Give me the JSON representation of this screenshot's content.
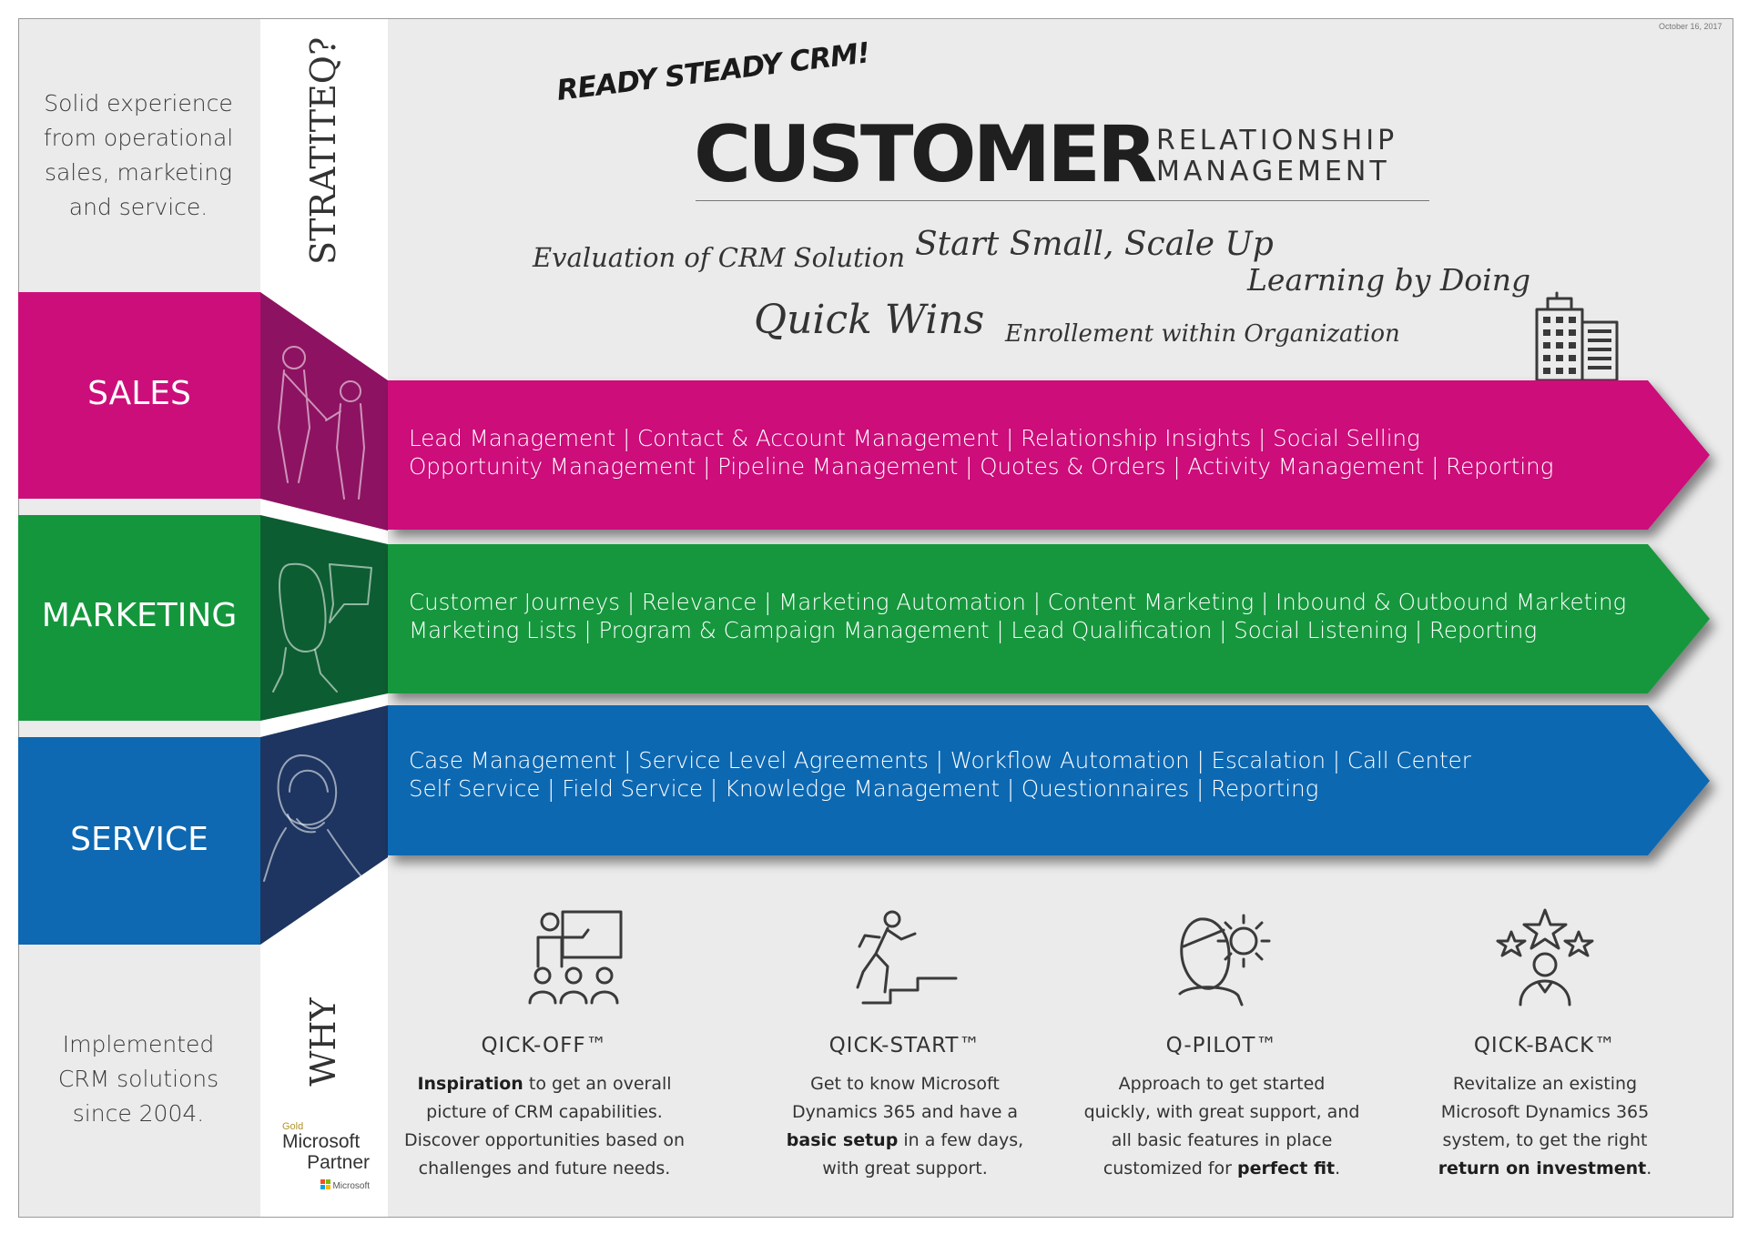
{
  "date": "October 16, 2017",
  "left_top_text": [
    "Solid experience",
    "from operational",
    "sales, marketing",
    "and service."
  ],
  "left_bottom_text": [
    "Implemented",
    "CRM solutions",
    "since 2004."
  ],
  "vertical_top": "STRATITEQ?",
  "vertical_bottom": "WHY",
  "partner": {
    "tier": "Gold",
    "line1": "Microsoft",
    "line2": "Partner",
    "brand": "Microsoft"
  },
  "header": {
    "tagline": "READY STEADY CRM!",
    "title": "CUSTOMER",
    "subtitle_1": "RELATIONSHIP",
    "subtitle_2": "MANAGEMENT"
  },
  "slogans": {
    "evaluation": "Evaluation of  CRM Solution",
    "start_small": "Start Small, Scale Up",
    "learning": "Learning by Doing",
    "quick_wins": "Quick Wins",
    "enrollement": "Enrollement within Organization"
  },
  "bands": {
    "sales": {
      "label": "SALES",
      "color": "#cc0e7a",
      "line1": "Lead Management  |  Contact & Account Management  |  Relationship Insights  |  Social Selling",
      "line2": "Opportunity Management  |  Pipeline Management  |  Quotes & Orders  |  Activity Management  |  Reporting"
    },
    "marketing": {
      "label": "MARKETING",
      "color": "#14973c",
      "line1": "Customer Journeys  |  Relevance  |  Marketing Automation  |  Content Marketing  |  Inbound & Outbound Marketing",
      "line2": "Marketing Lists  |  Program & Campaign Management  |  Lead Qualification  |  Social Listening  |  Reporting"
    },
    "service": {
      "label": "SERVICE",
      "color": "#0e68b2",
      "line1": "Case Management  |  Service Level Agreements  |  Workflow Automation  |  Escalation  |  Call Center",
      "line2": "Self Service  |  Field Service  |  Knowledge Management  |  Questionnaires  |  Reporting"
    }
  },
  "offers": {
    "qick_off": {
      "title": "QICK-OFF™",
      "b1": "Inspiration",
      "t1": " to get an overall",
      "t2": "picture of CRM capabilities.",
      "t3": "Discover opportunities based on",
      "t4": "challenges and future needs."
    },
    "qick_start": {
      "title": "QICK-START™",
      "t1": "Get to know Microsoft",
      "t2": "Dynamics 365 and have a",
      "b3": "basic setup",
      "t3": " in a few days,",
      "t4": "with great support."
    },
    "q_pilot": {
      "title": "Q-PILOT™",
      "t1": "Approach to get started",
      "t2": "quickly, with great support, and",
      "t3": "all basic features in place",
      "t4a": "customized for ",
      "b4": "perfect fit",
      "t4b": "."
    },
    "qick_back": {
      "title": "QICK-BACK™",
      "t1": "Revitalize an existing",
      "t2": "Microsoft Dynamics 365",
      "t3": "system, to get the right",
      "b4": "return on investment",
      "t4": "."
    }
  },
  "icons": [
    "handshake-people-icon",
    "head-speech-bubble-icon",
    "headset-agent-icon",
    "building-icon",
    "presenter-audience-icon",
    "stairs-runner-icon",
    "head-gear-icon",
    "person-stars-icon",
    "microsoft-logo-icon"
  ]
}
